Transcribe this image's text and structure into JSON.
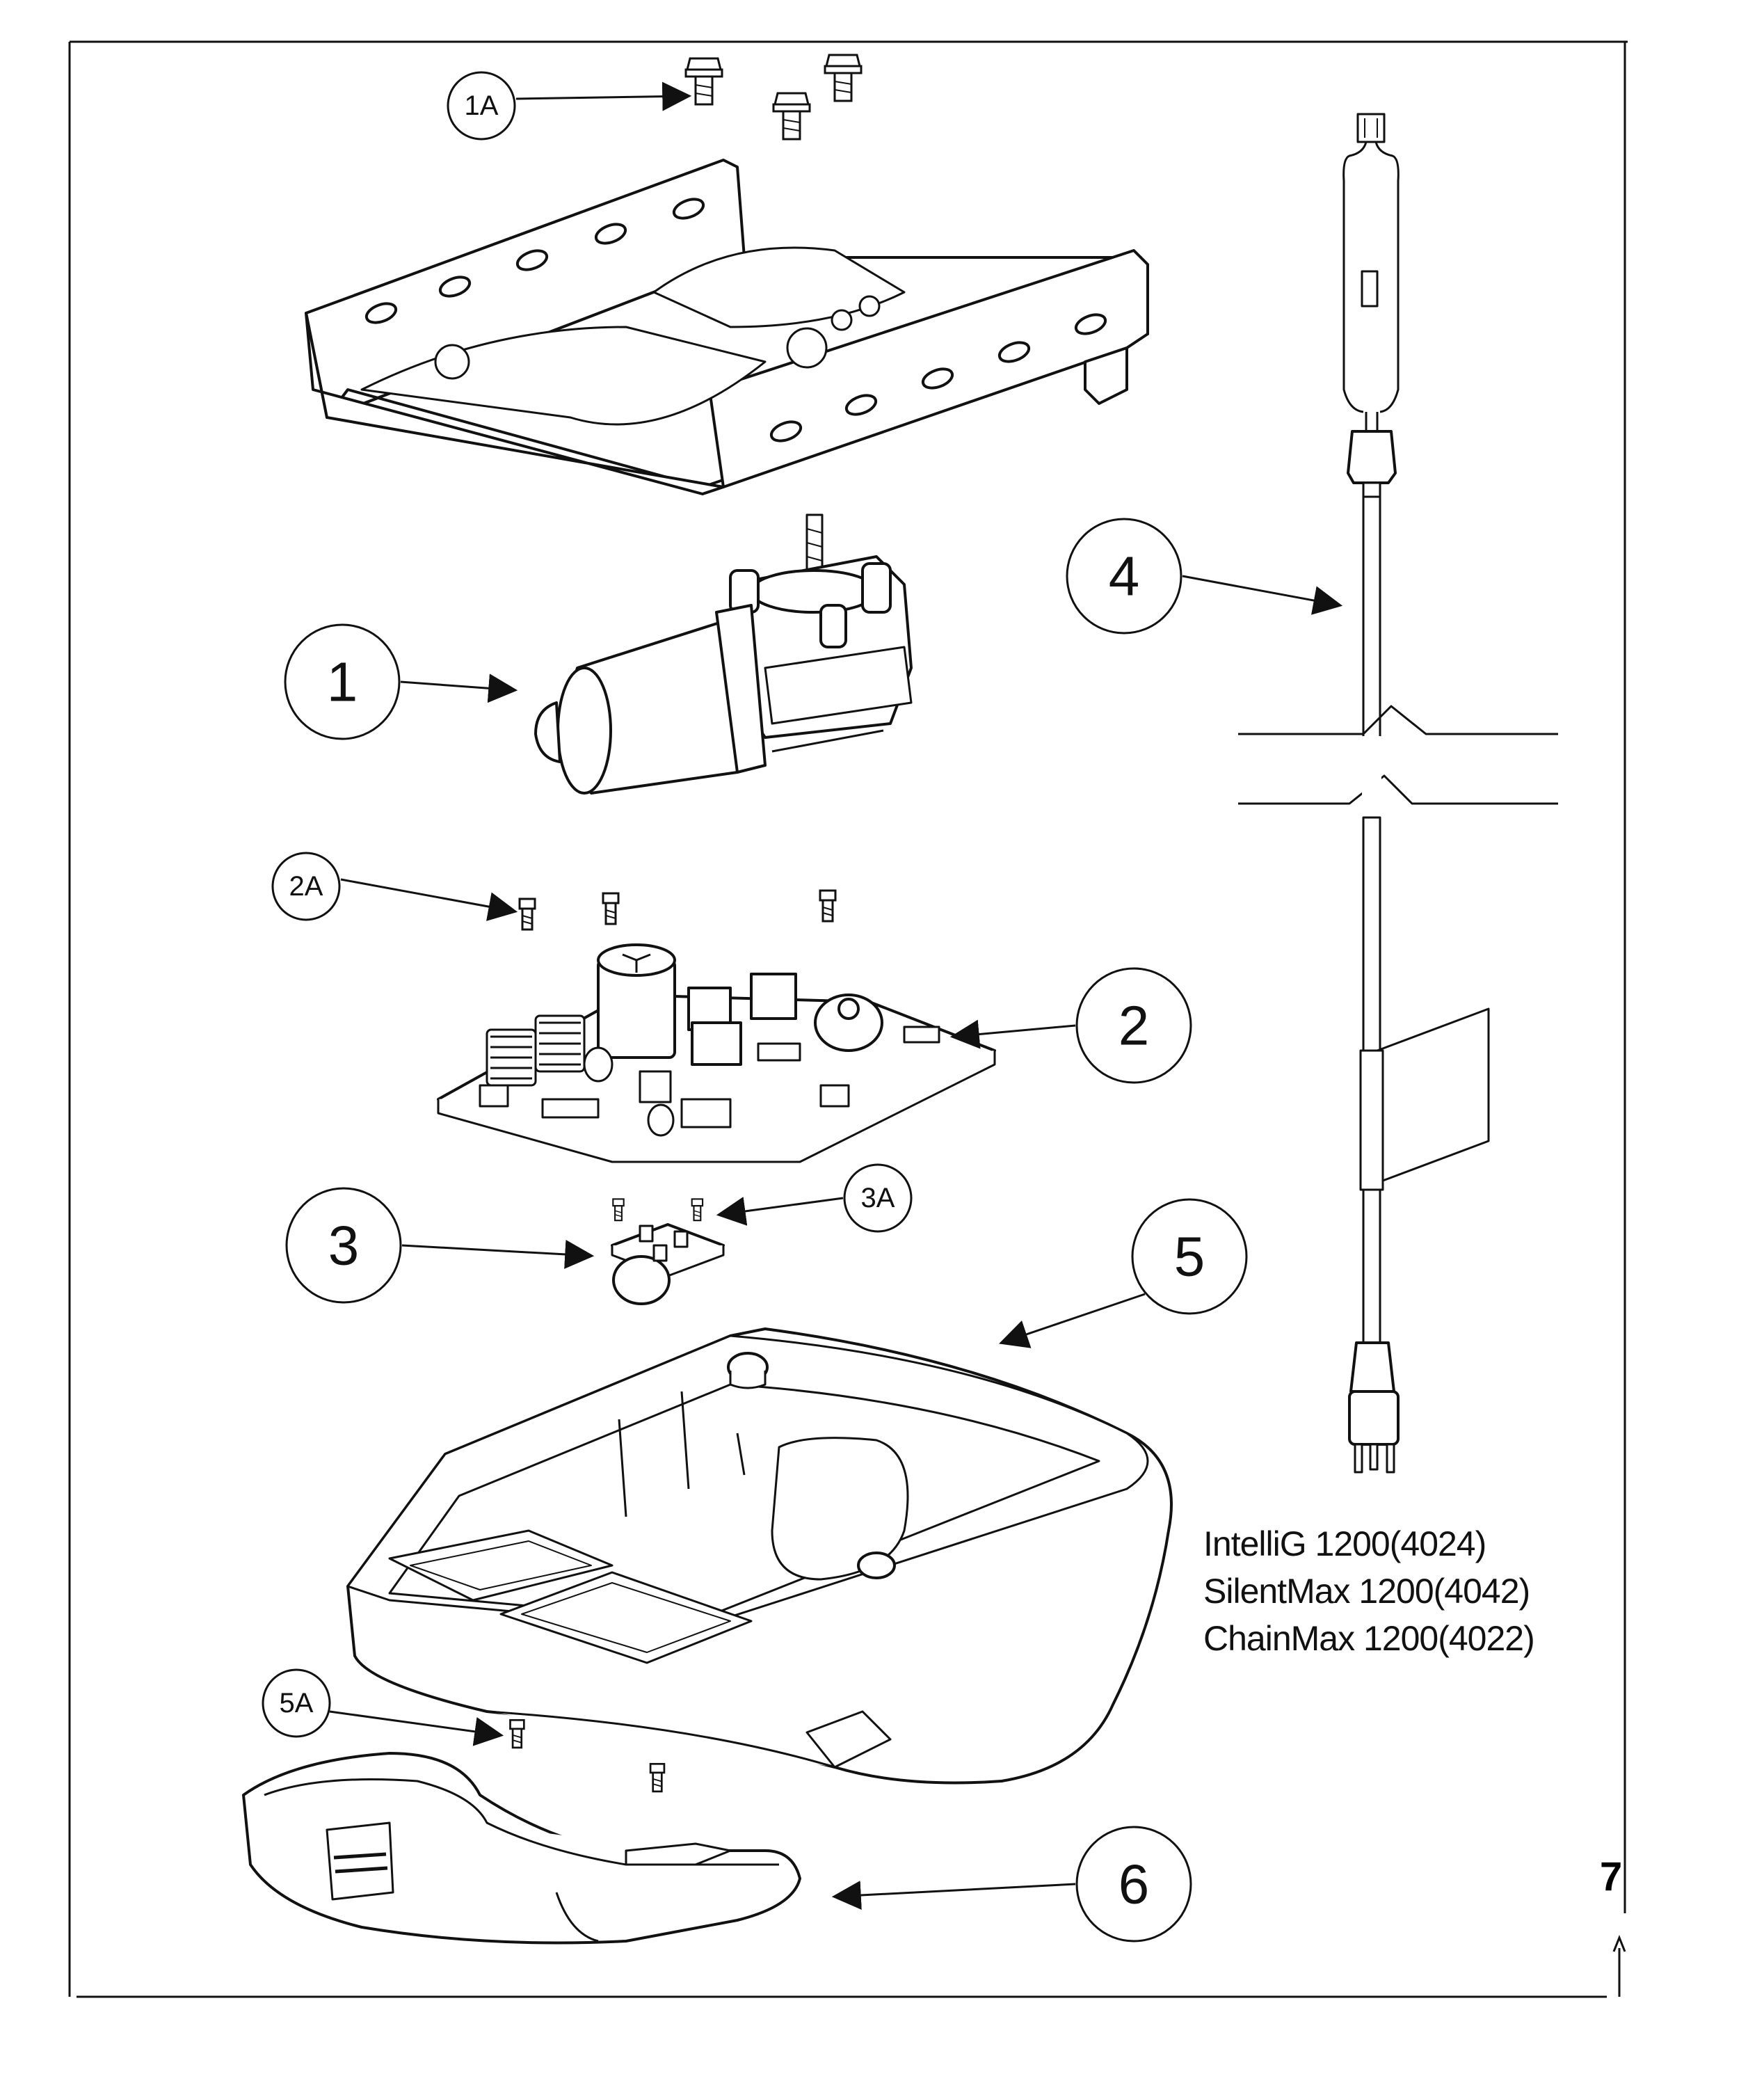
{
  "callouts": {
    "c1A": "1A",
    "c1": "1",
    "c2A": "2A",
    "c2": "2",
    "c3A": "3A",
    "c3": "3",
    "c4": "4",
    "c5": "5",
    "c5A": "5A",
    "c6": "6"
  },
  "models": [
    "IntelliG 1200(4024)",
    "SilentMax 1200(4042)",
    "ChainMax 1200(4022)"
  ],
  "page_number": "7"
}
